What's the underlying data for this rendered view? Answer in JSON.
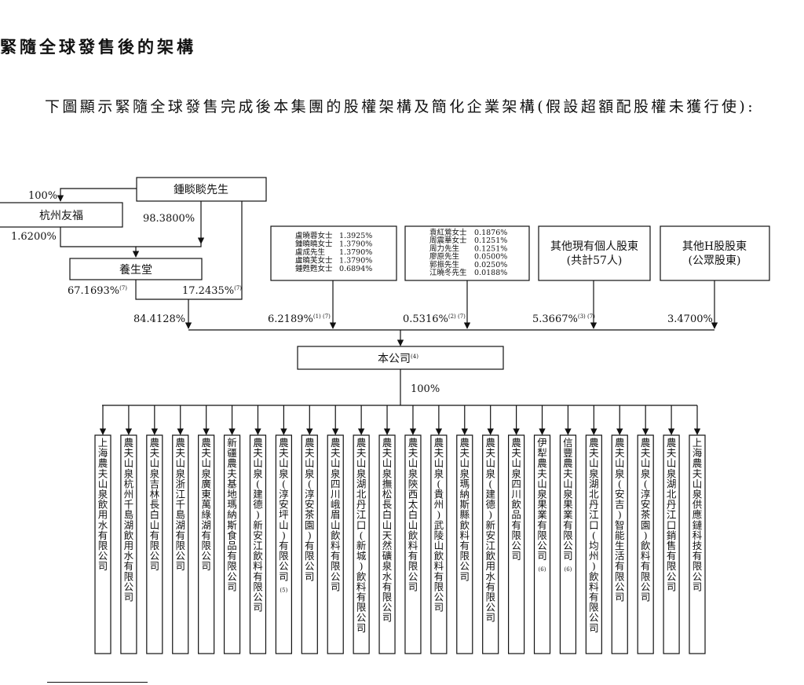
{
  "heading": "緊隨全球發售後的架構",
  "intro": "下圖顯示緊隨全球發售完成後本集團的股權架構及簡化企業架構(假設超額配股權未獲行使):",
  "founder": "鍾睒睒先生",
  "hangzhou_youfu": "杭州友福",
  "yangshengtang": "養生堂",
  "company": "本公司",
  "company_sup": "(4)",
  "holder_groups": [
    {
      "members": [
        {
          "name": "盧曉蓉女士",
          "value": "1.3925%"
        },
        {
          "name": "鍾曉曉女士",
          "value": "1.3790%"
        },
        {
          "name": "盧成先生",
          "value": "1.3790%"
        },
        {
          "name": "盧曉芙女士",
          "value": "1.3790%"
        },
        {
          "name": "鍾甦甦女士",
          "value": "0.6894%"
        }
      ]
    },
    {
      "members": [
        {
          "name": "袁紅鶯女士",
          "value": "0.1876%"
        },
        {
          "name": "周震華女士",
          "value": "0.1251%"
        },
        {
          "name": "周力先生",
          "value": "0.1251%"
        },
        {
          "name": "廖原先生",
          "value": "0.0500%"
        },
        {
          "name": "郭振先生",
          "value": "0.0250%"
        },
        {
          "name": "江曉冬先生",
          "value": "0.0188%"
        }
      ]
    },
    {
      "line1": "其他現有個人股東",
      "line2": "(共計57人)"
    },
    {
      "line1": "其他H股股東",
      "line2": "(公眾股東)"
    }
  ],
  "pct": {
    "founder_to_youfu": "100%",
    "youfu_to_yst": "1.6200%",
    "founder_to_yst": "98.3800%",
    "yst_to_company": "67.1693%",
    "yst_to_company_note": "(7)",
    "founder_to_company": "17.2435%",
    "founder_to_company_note": "(7)",
    "combined": "84.4128%",
    "group1": "6.2189%",
    "group1_note": "(1) (7)",
    "group2": "0.5316%",
    "group2_note": "(2) (7)",
    "group3": "5.3667%",
    "group3_note": "(3) (7)",
    "group4": "3.4700%",
    "subsidiaries": "100%"
  },
  "subsidiaries": [
    {
      "name": "上海農夫山泉飲用水有限公司",
      "note": ""
    },
    {
      "name": "農夫山泉杭州千島湖飲用水有限公司",
      "note": ""
    },
    {
      "name": "農夫山泉吉林長白山有限公司",
      "note": ""
    },
    {
      "name": "農夫山泉浙江千島湖有限公司",
      "note": ""
    },
    {
      "name": "農夫山泉廣東萬綠湖有限公司",
      "note": ""
    },
    {
      "name": "新疆農夫基地瑪納斯食品有限公司",
      "note": ""
    },
    {
      "name": "農夫山泉(建德)新安江飲料有限公司",
      "note": ""
    },
    {
      "name": "農夫山泉(淳安坪山)有限公司",
      "note": "(5)"
    },
    {
      "name": "農夫山泉(淳安茶園)有限公司",
      "note": ""
    },
    {
      "name": "農夫山泉四川峨眉山飲料有限公司",
      "note": ""
    },
    {
      "name": "農夫山泉湖北丹江口(新城)飲料有限公司",
      "note": ""
    },
    {
      "name": "農夫山泉撫松長白山天然礦泉水有限公司",
      "note": ""
    },
    {
      "name": "農夫山泉陝西太白山飲料有限公司",
      "note": ""
    },
    {
      "name": "農夫山泉(貴州)武陵山飲料有限公司",
      "note": ""
    },
    {
      "name": "農夫山泉瑪納斯縣飲料有限公司",
      "note": ""
    },
    {
      "name": "農夫山泉(建德)新安江飲用水有限公司",
      "note": ""
    },
    {
      "name": "農夫山泉四川飲品有限公司",
      "note": ""
    },
    {
      "name": "伊犁農夫山泉果業有限公司",
      "note": "(6)"
    },
    {
      "name": "信豐農夫山泉果業有限公司",
      "note": "(6)"
    },
    {
      "name": "農夫山泉湖北丹江口(均州)飲料有限公司",
      "note": ""
    },
    {
      "name": "農夫山泉(安吉)智能生活有限公司",
      "note": ""
    },
    {
      "name": "農夫山泉(淳安茶園)飲料有限公司",
      "note": ""
    },
    {
      "name": "農夫山泉湖北丹江口銷售有限公司",
      "note": ""
    },
    {
      "name": "上海農夫山泉供應鏈科技有限公司",
      "note": ""
    }
  ]
}
